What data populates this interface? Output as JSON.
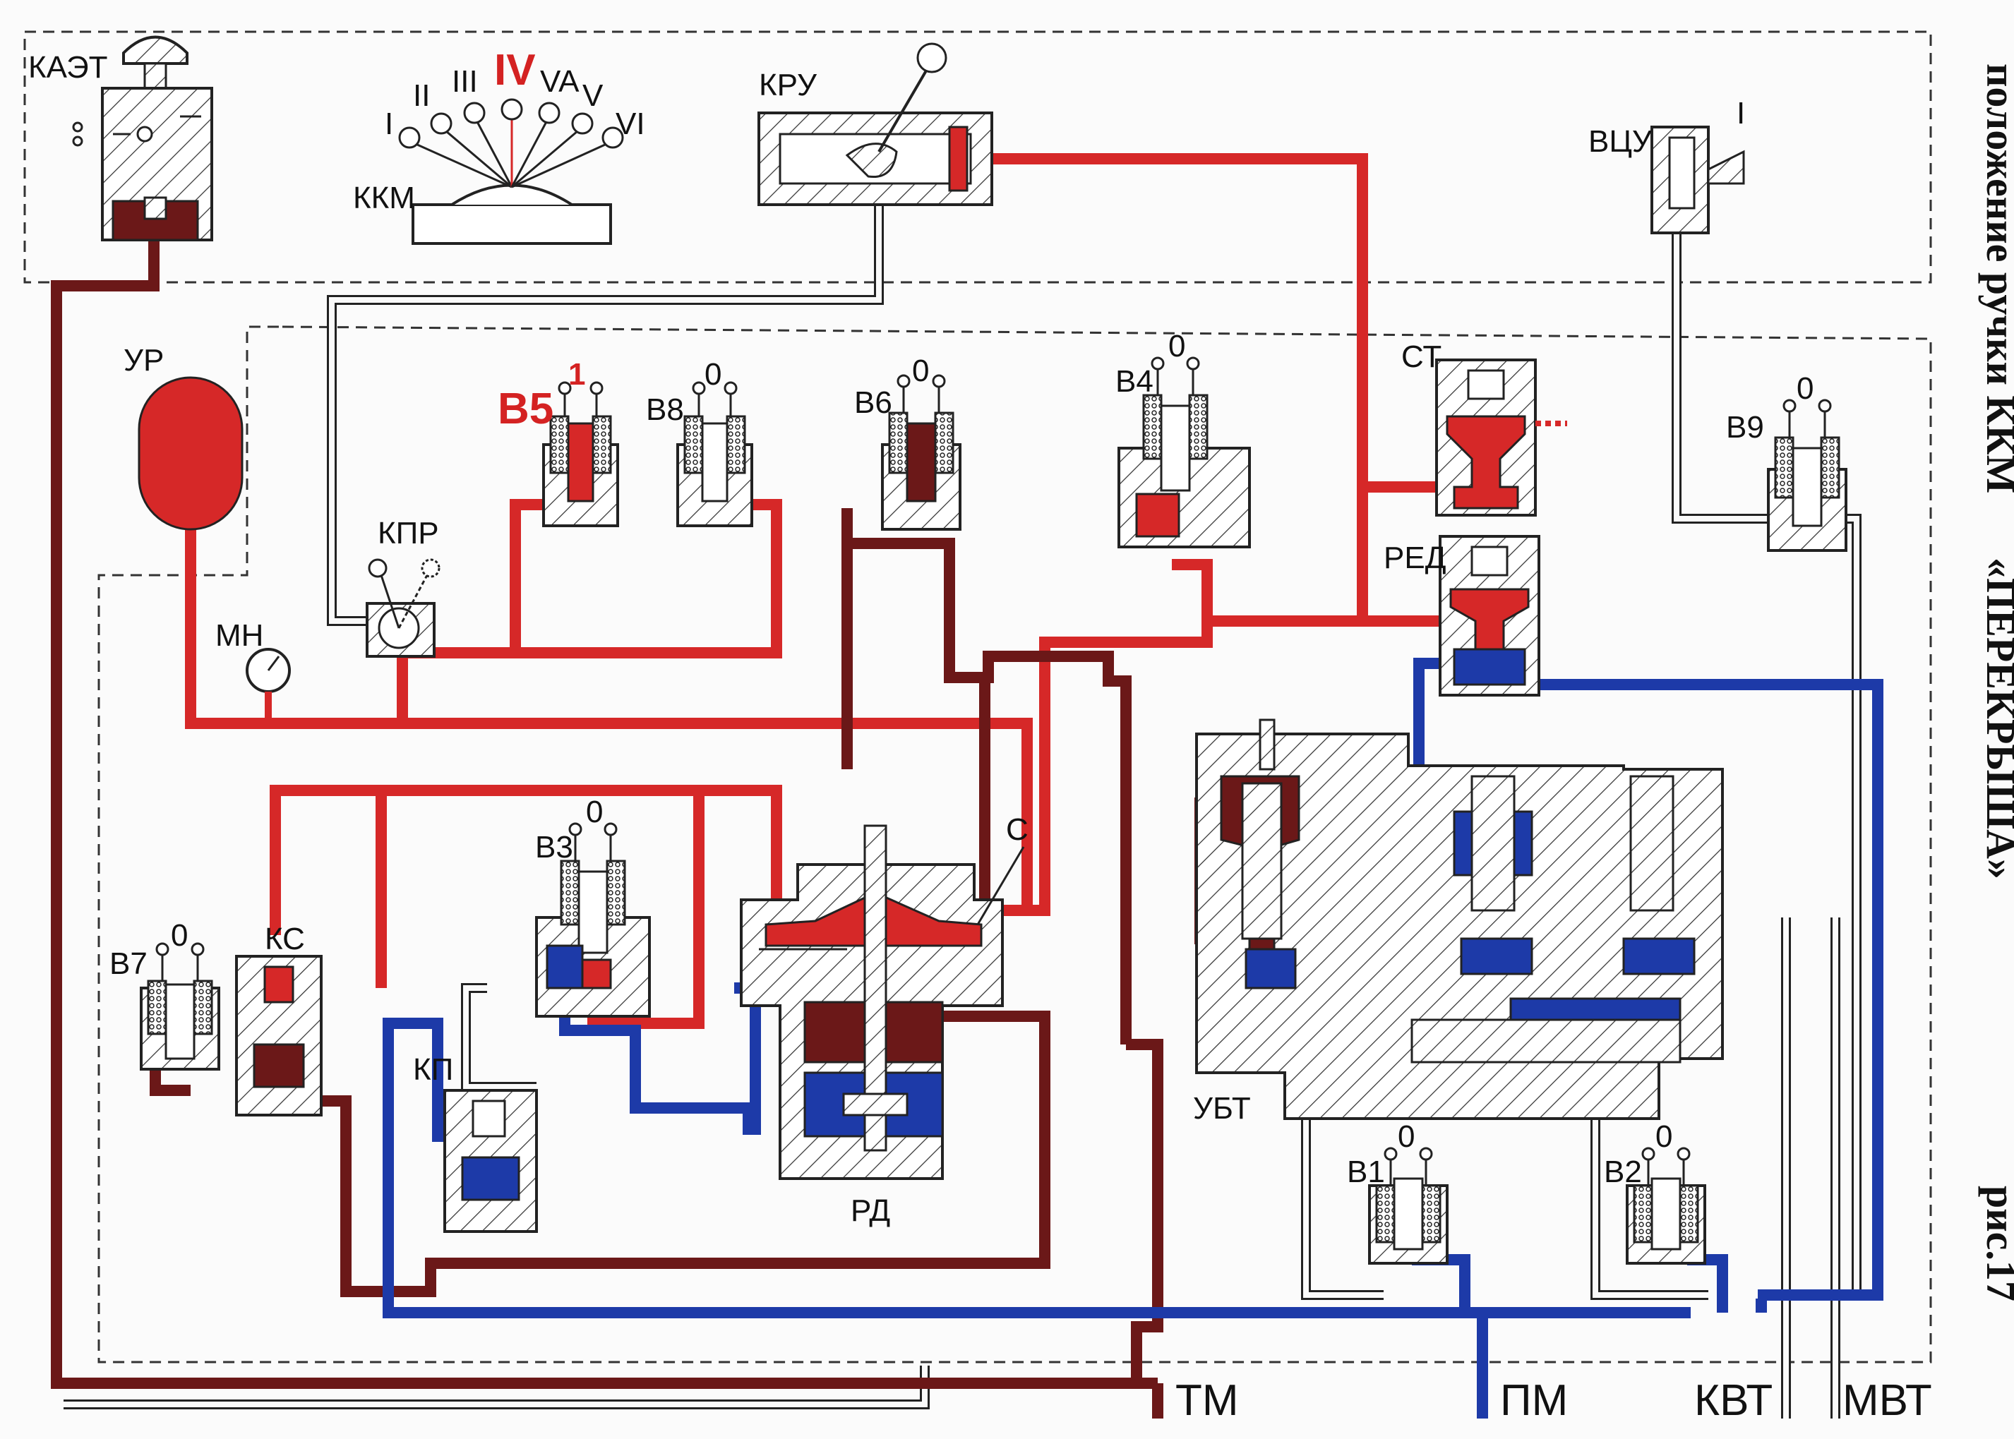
{
  "title_side": "положение ручки ККМ",
  "subtitle_side": "«ПЕРЕКРЫША»",
  "figure_label": "рис.17",
  "colors": {
    "feed_pressure": "#d62828",
    "main_line": "#6b1818",
    "brake_cylinders": "#1d3aa8",
    "atmosphere": "#fafafa"
  },
  "kkm": {
    "name": "ККМ",
    "positions": [
      "I",
      "II",
      "III",
      "IV",
      "VA",
      "V",
      "VI"
    ],
    "active_position": "IV"
  },
  "components": {
    "kaet": "КАЭТ",
    "kru": "КРУ",
    "vcu": "ВЦУ",
    "vcu_position": "I",
    "ur": "УР",
    "mn": "МН",
    "kpr": "КПР",
    "st": "СТ",
    "red": "РЕД",
    "ks": "КС",
    "kp": "КП",
    "rd": "РД",
    "c": "С",
    "ubt": "УБТ"
  },
  "valves": [
    {
      "name": "В5",
      "state": "1"
    },
    {
      "name": "В8",
      "state": "0"
    },
    {
      "name": "В6",
      "state": "0"
    },
    {
      "name": "В4",
      "state": "0"
    },
    {
      "name": "В9",
      "state": "0"
    },
    {
      "name": "В3",
      "state": "0"
    },
    {
      "name": "В7",
      "state": "0"
    },
    {
      "name": "В1",
      "state": "0"
    },
    {
      "name": "В2",
      "state": "0"
    }
  ],
  "outputs": [
    "ТМ",
    "ПМ",
    "КВТ",
    "МВТ"
  ]
}
